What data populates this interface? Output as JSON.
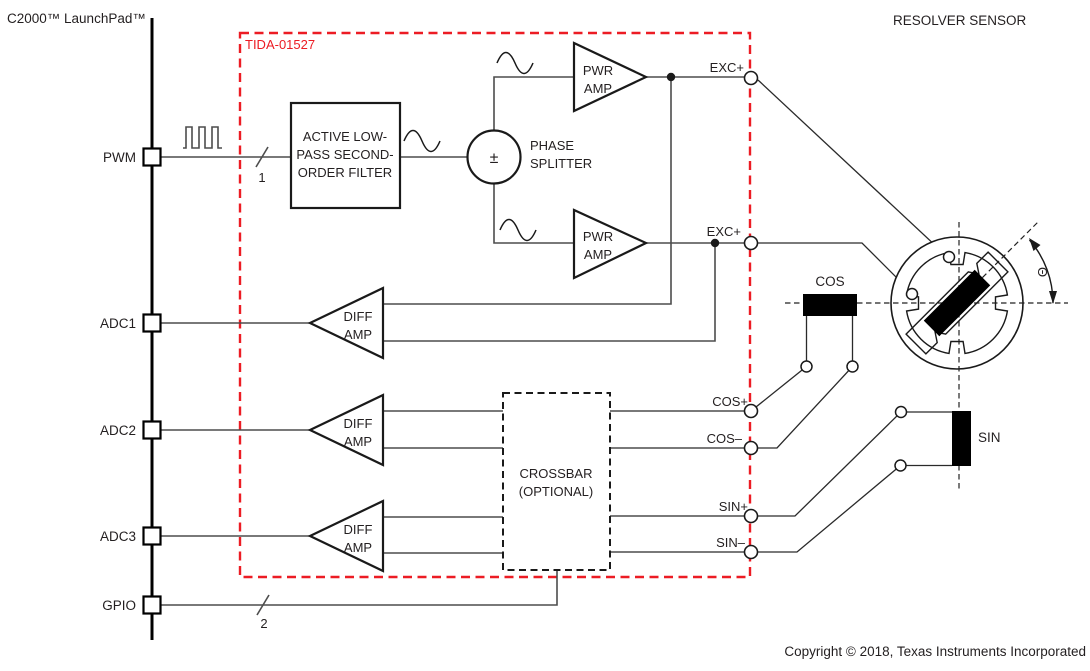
{
  "header": {
    "left": "C2000™ LaunchPad™",
    "right": "RESOLVER SENSOR"
  },
  "board": {
    "label": "TIDA-01527"
  },
  "pins": {
    "pwm": "PWM",
    "adc1": "ADC1",
    "adc2": "ADC2",
    "adc3": "ADC3",
    "gpio": "GPIO"
  },
  "bus": {
    "pwm_width": "1",
    "gpio_width": "2"
  },
  "blocks": {
    "filter": {
      "line1": "ACTIVE LOW-",
      "line2": "PASS SECOND-",
      "line3": "ORDER FILTER"
    },
    "splitter": {
      "symbol": "±",
      "line1": "PHASE",
      "line2": "SPLITTER"
    },
    "pwr_amp": {
      "line1": "PWR",
      "line2": "AMP"
    },
    "diff_amp": {
      "line1": "DIFF",
      "line2": "AMP"
    },
    "crossbar": {
      "line1": "CROSSBAR",
      "line2": "(OPTIONAL)"
    }
  },
  "ports": {
    "exc_top": "EXC+",
    "exc_bottom": "EXC+",
    "cos_p": "COS+",
    "cos_n": "COS–",
    "sin_p": "SIN+",
    "sin_n": "SIN–"
  },
  "resolver": {
    "cos": "COS",
    "sin": "SIN",
    "theta": "Θ"
  },
  "footer": {
    "copyright": "Copyright © 2018, Texas Instruments Incorporated"
  },
  "colors": {
    "accent": "#ec1c24",
    "wire": "#4d4d4d",
    "ink": "#231f20"
  }
}
